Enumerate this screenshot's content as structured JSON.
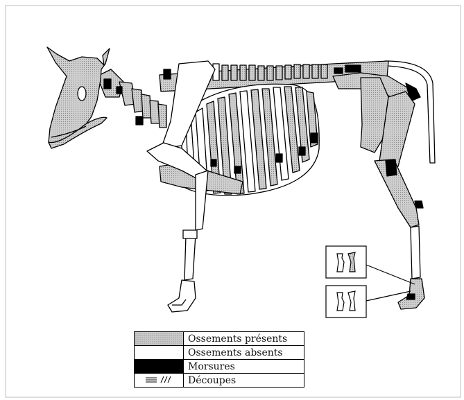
{
  "legend": {
    "present": "Ossements présents",
    "absent": "Ossements absents",
    "bites": "Morsures",
    "cuts": "Découpes"
  },
  "colors": {
    "present": "#c9c9c9",
    "absent": "#ffffff",
    "bites": "#000000",
    "outline": "#000000"
  }
}
